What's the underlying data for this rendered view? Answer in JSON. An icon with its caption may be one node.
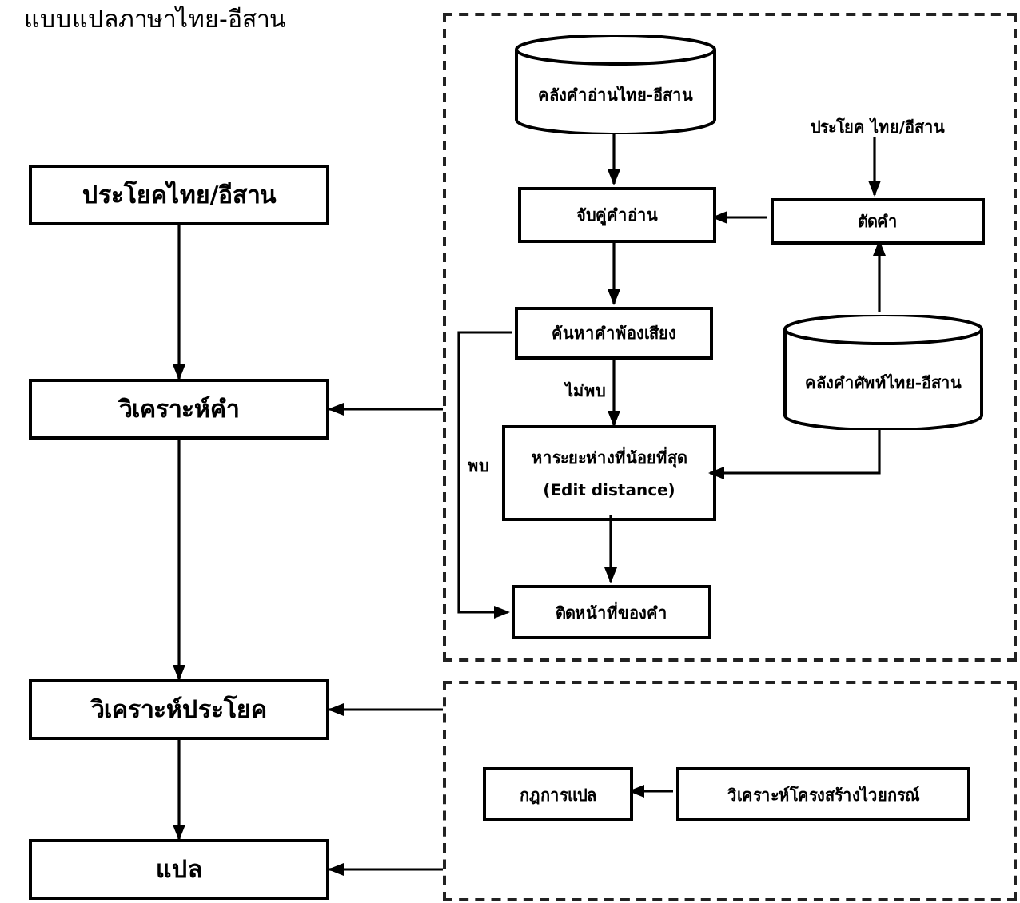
{
  "diagram": {
    "title": "แบบแปลภาษาไทย-อีสาน",
    "nodes": [
      {
        "text": [
          "ประโยคไทย/อีสาน"
        ]
      },
      {
        "text": [
          "วิเคราะห์คำ"
        ]
      },
      {
        "text": [
          "วิเคราะห์ประโยค"
        ]
      },
      {
        "text": [
          "แปล"
        ]
      },
      {
        "text": [],
        "shape": "box"
      },
      {
        "text": [
          "คลังคำอ่านไทย-อีสาน"
        ],
        "in": 4
      },
      {
        "text": [
          "ประโยค ไทย/อีสาน"
        ],
        "in": 4
      },
      {
        "text": [
          "จับคู่คำอ่าน"
        ],
        "in": 4
      },
      {
        "text": [
          "ตัดคำ"
        ],
        "in": 4
      },
      {
        "text": [
          "ค้นหาคำพ้องเสียง"
        ],
        "in": 4
      },
      {
        "text": [
          "คลังคำศัพท์ไทย-อีสาน"
        ],
        "in": 4
      },
      {
        "text": [
          "หาระยะห่างที่น้อยที่สุด",
          "(Edit distance)"
        ],
        "in": 4
      },
      {
        "text": [
          "ติดหน้าที่ของคำ"
        ],
        "in": 4
      },
      {
        "text": [],
        "shape": "box"
      },
      {
        "text": [
          "กฎการแปล"
        ],
        "in": 13
      },
      {
        "text": [
          "วิเคราะห์โครงสร้างไวยกรณ์"
        ],
        "in": 13
      }
    ],
    "edges": [
      {
        "from": 0,
        "to": 1,
        "arrow": "to"
      },
      {
        "from": 1,
        "to": 2,
        "arrow": "to"
      },
      {
        "from": 2,
        "to": 3,
        "arrow": "to"
      },
      {
        "from": 4,
        "to": 1,
        "arrow": "to"
      },
      {
        "from": 13,
        "to": 2,
        "arrow": "to"
      },
      {
        "from": 13,
        "to": 3,
        "arrow": "to"
      },
      {
        "from": 5,
        "to": 7,
        "arrow": "to"
      },
      {
        "from": 6,
        "to": 8,
        "arrow": "to"
      },
      {
        "from": 8,
        "to": 7,
        "arrow": "to"
      },
      {
        "from": 7,
        "to": 9,
        "arrow": "to"
      },
      {
        "from": 9,
        "to": 11,
        "arrow": "to",
        "label": "ไม่พบ"
      },
      {
        "from": 10,
        "to": 8,
        "arrow": "to"
      },
      {
        "from": 10,
        "to": 11,
        "arrow": "to"
      },
      {
        "from": 9,
        "to": 12,
        "arrow": "to",
        "label": "พบ"
      },
      {
        "from": 11,
        "to": 12,
        "arrow": "to"
      },
      {
        "from": 15,
        "to": 14,
        "arrow": "to"
      }
    ]
  }
}
